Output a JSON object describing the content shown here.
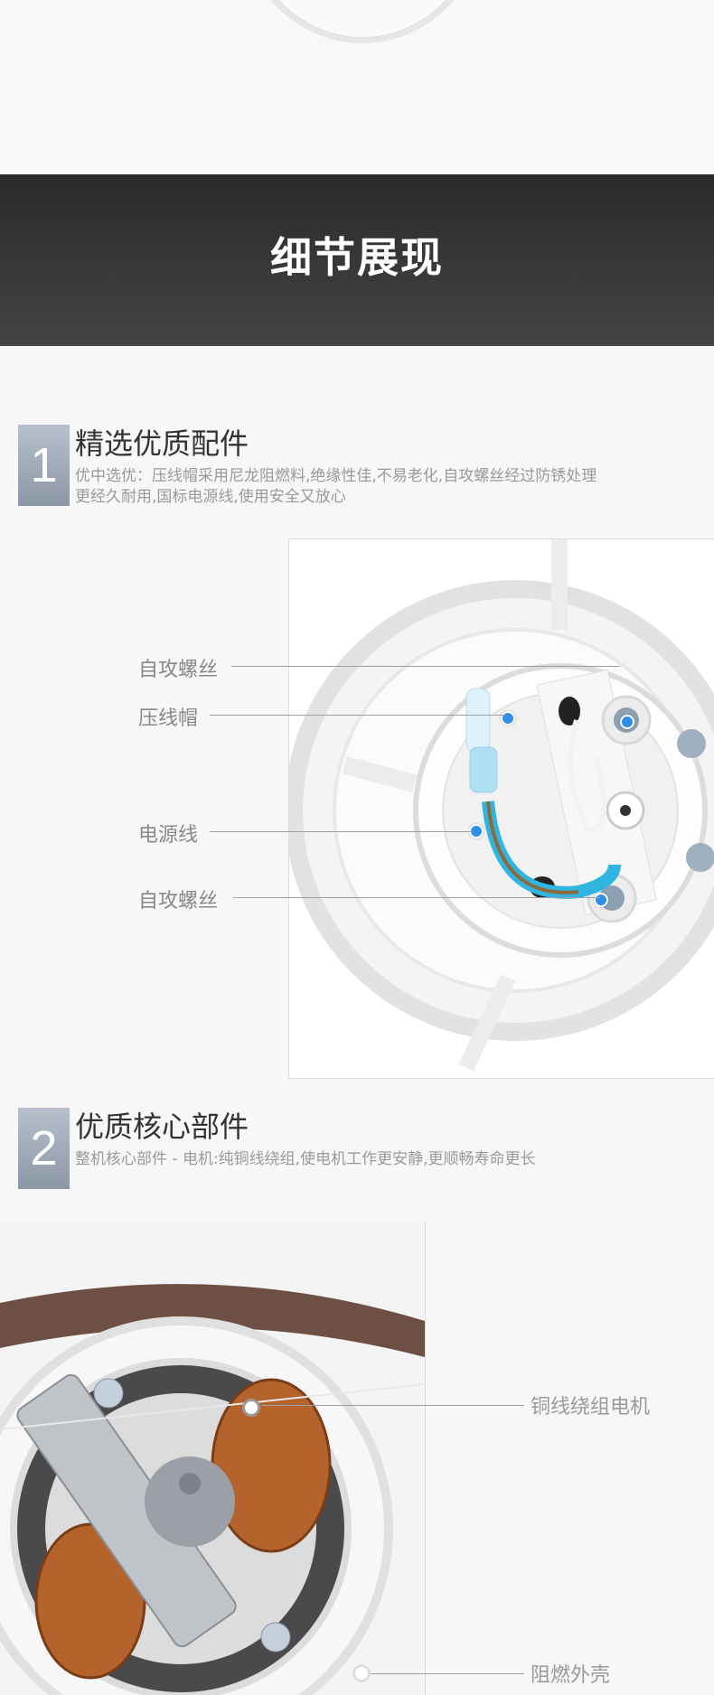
{
  "banner": {
    "title": "细节展现"
  },
  "section1": {
    "number": "1",
    "title": "精选优质配件",
    "desc_line1": "优中选优：压线帽采用尼龙阻燃料,绝缘性佳,不易老化,自攻螺丝经过防锈处理",
    "desc_line2": "更经久耐用,国标电源线,使用安全又放心",
    "labels": [
      "自攻螺丝",
      "压线帽",
      "电源线",
      "自攻螺丝"
    ]
  },
  "section2": {
    "number": "2",
    "title": "优质核心部件",
    "desc": "整机核心部件 - 电机:纯铜线绕组,使电机工作更安静,更顺畅寿命更长",
    "labels": [
      "铜线绕组电机",
      "阻燃外壳"
    ]
  }
}
